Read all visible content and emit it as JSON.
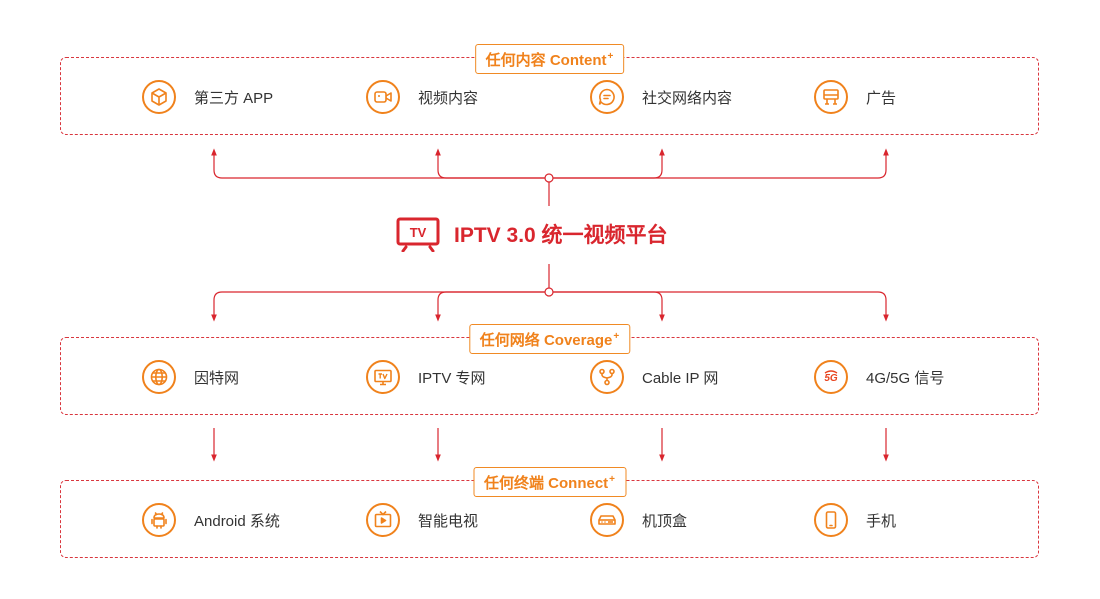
{
  "colors": {
    "accent_red": "#d9262e",
    "accent_orange": "#f0821c"
  },
  "content": {
    "tag": "任何内容 Content",
    "tag_sup": "+",
    "items": [
      {
        "label": "第三方 APP",
        "icon": "cube-icon"
      },
      {
        "label": "视频内容",
        "icon": "video-camera-icon"
      },
      {
        "label": "社交网络内容",
        "icon": "chat-bubble-icon"
      },
      {
        "label": "广告",
        "icon": "billboard-icon"
      }
    ]
  },
  "platform": {
    "title": "IPTV 3.0 统一视频平台",
    "icon_text": "TV",
    "icon": "tv-icon"
  },
  "coverage": {
    "tag": "任何网络 Coverage",
    "tag_sup": "+",
    "items": [
      {
        "label": "因特网",
        "icon": "globe-icon"
      },
      {
        "label": "IPTV 专网",
        "icon": "tv-network-icon"
      },
      {
        "label": "Cable IP 网",
        "icon": "network-node-icon"
      },
      {
        "label": "4G/5G 信号",
        "icon": "5g-icon",
        "icon_text": "5G"
      }
    ]
  },
  "connect": {
    "tag": "任何终端 Connect",
    "tag_sup": "+",
    "items": [
      {
        "label": "Android 系统",
        "icon": "android-icon"
      },
      {
        "label": "智能电视",
        "icon": "smart-tv-icon"
      },
      {
        "label": "机顶盒",
        "icon": "set-top-box-icon"
      },
      {
        "label": "手机",
        "icon": "mobile-phone-icon"
      }
    ]
  }
}
